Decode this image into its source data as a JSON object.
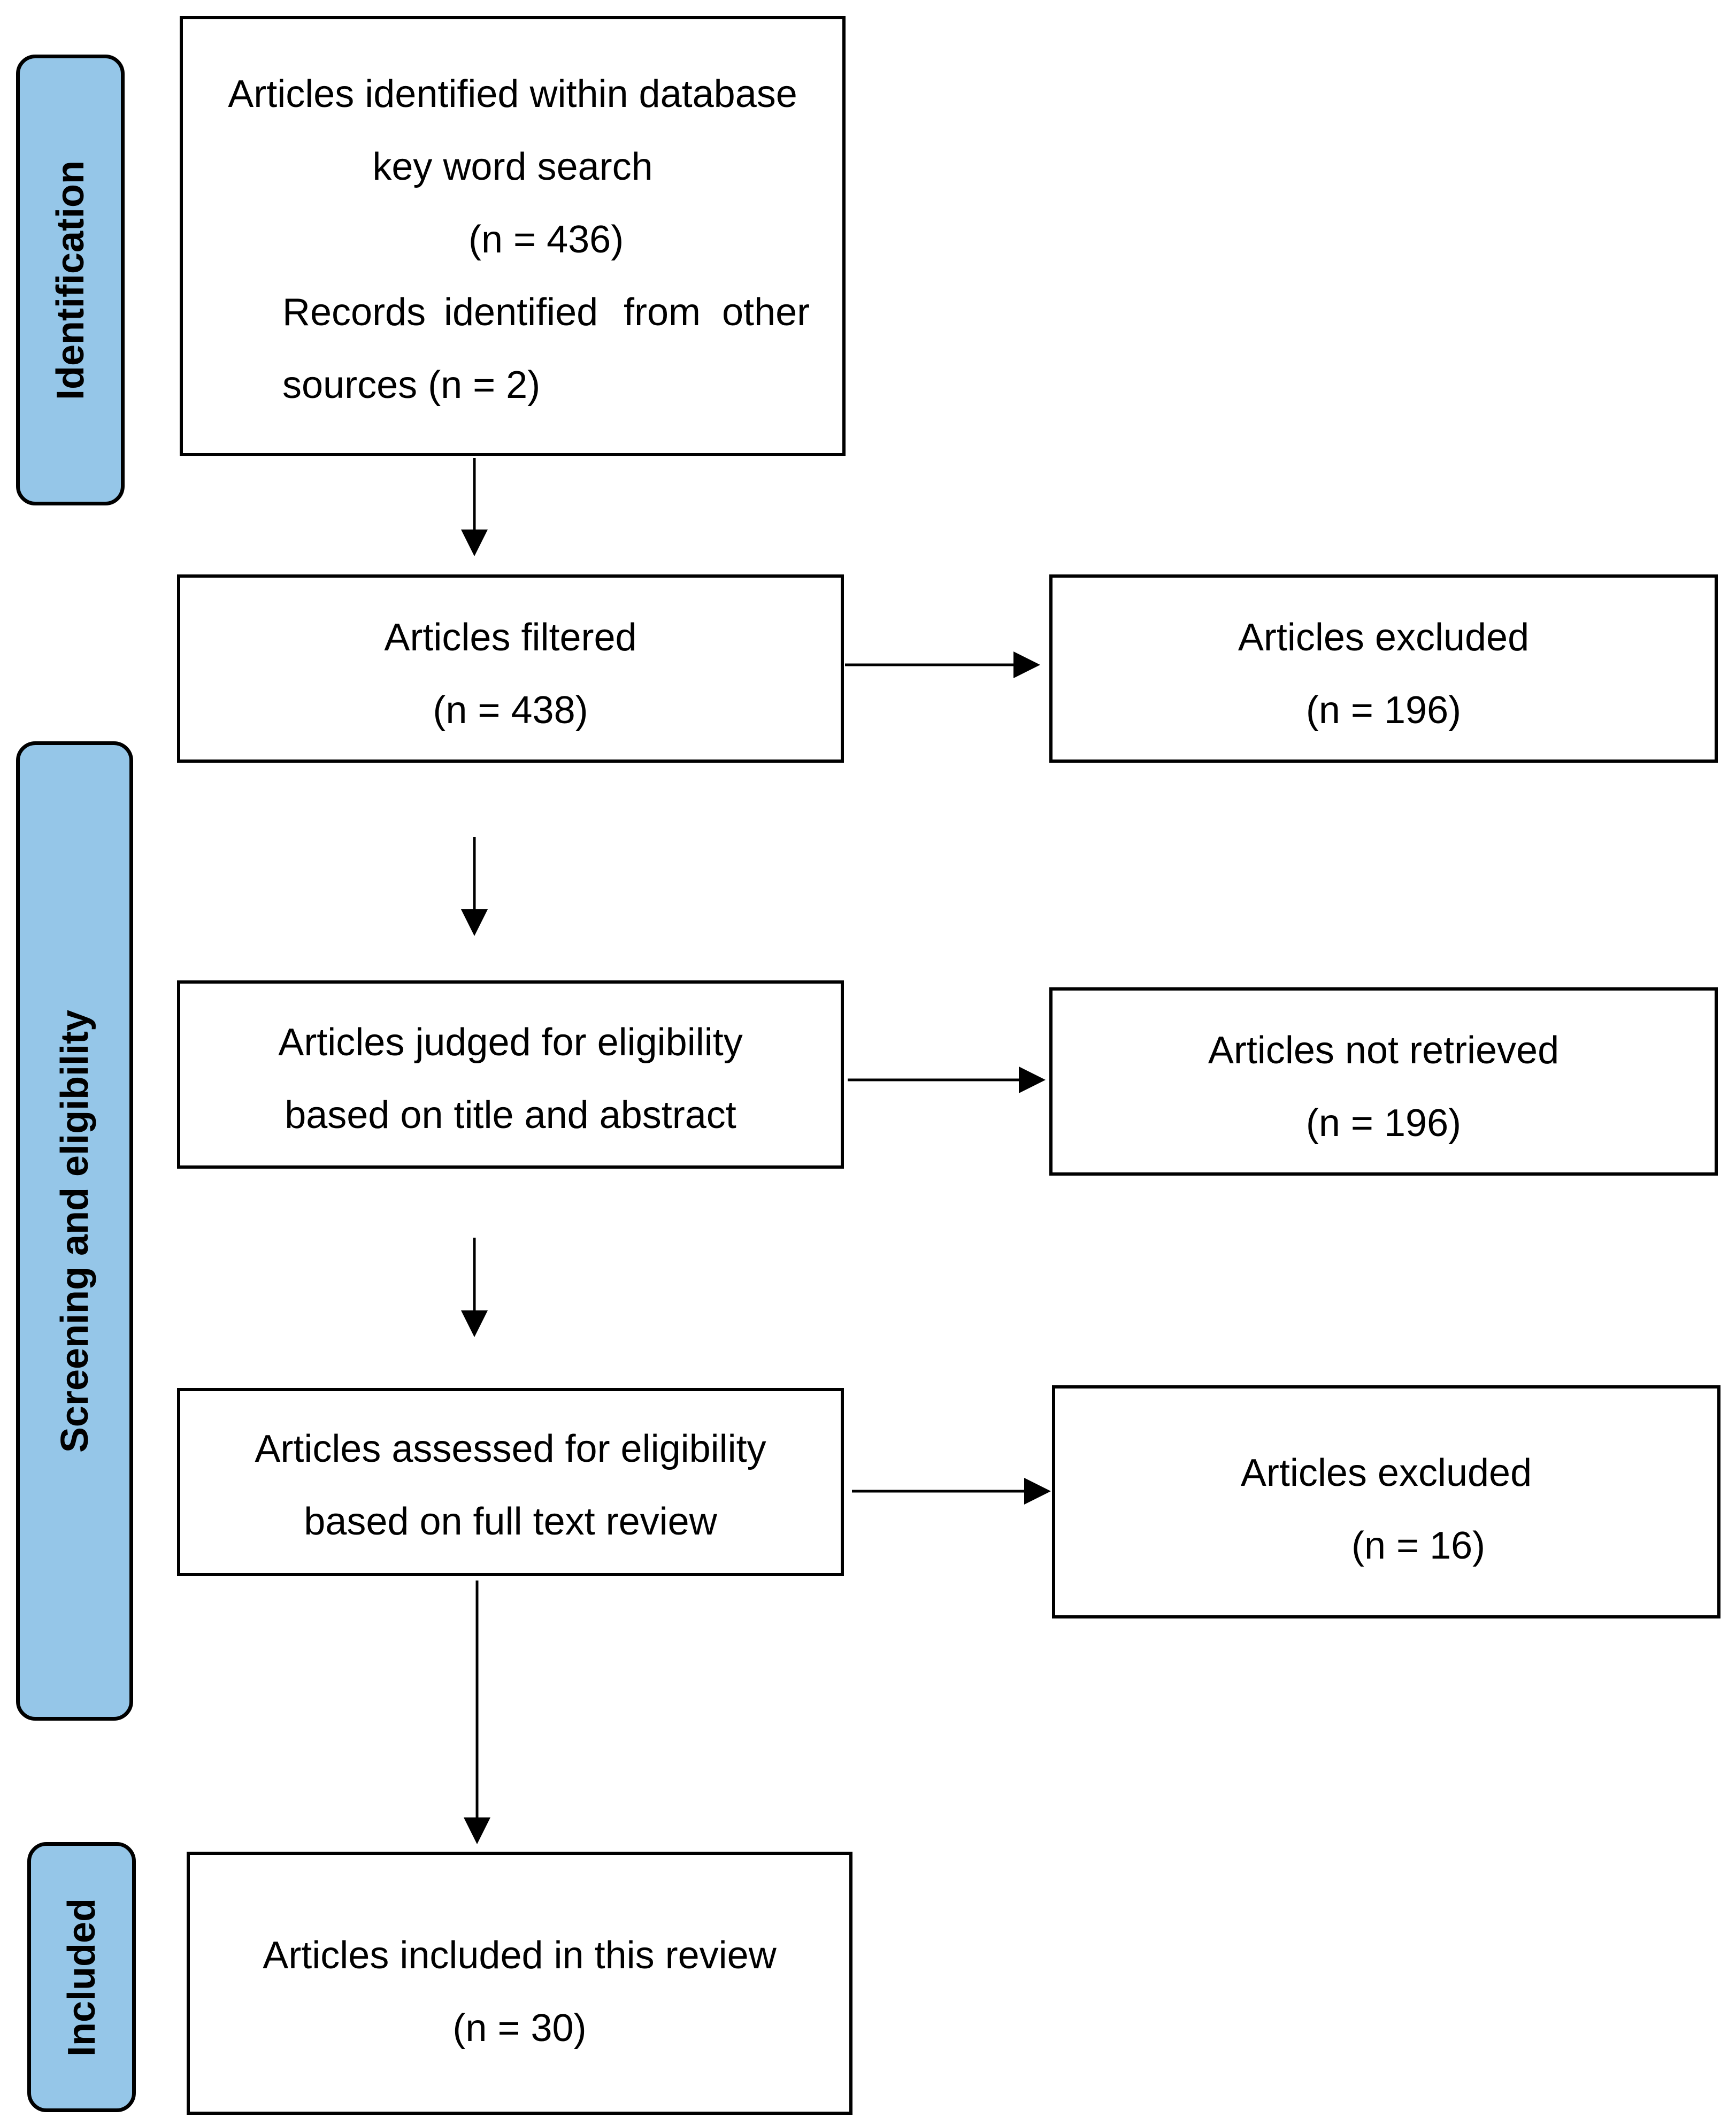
{
  "phases": {
    "identification": "Identification",
    "screening": "Screening and eligibility",
    "included": "Included"
  },
  "boxes": {
    "identified": {
      "line1": "Articles identified within database",
      "line2": "key word search",
      "line3": "(n = 436)",
      "line4a": "Records",
      "line4b": "identified",
      "line4c": "from",
      "line4d": "other",
      "line5": "sources (n = 2)"
    },
    "filtered": {
      "line1": "Articles filtered",
      "line2": "(n = 438)"
    },
    "excluded_first": {
      "line1": "Articles excluded",
      "line2": "(n = 196)"
    },
    "judged": {
      "line1": "Articles judged for eligibility",
      "line2": "based on title and abstract"
    },
    "not_retrieved": {
      "line1": "Articles not retrieved",
      "line2": "(n = 196)"
    },
    "assessed": {
      "line1": "Articles assessed for eligibility",
      "line2": "based on full text review"
    },
    "excluded_second": {
      "line1": "Articles excluded",
      "line2": "(n = 16)"
    },
    "included": {
      "line1": "Articles included in this review",
      "line2": "(n = 30)"
    }
  },
  "colors": {
    "phase_fill": "#95c6e8",
    "stroke": "#000000",
    "box_fill": "#ffffff"
  }
}
